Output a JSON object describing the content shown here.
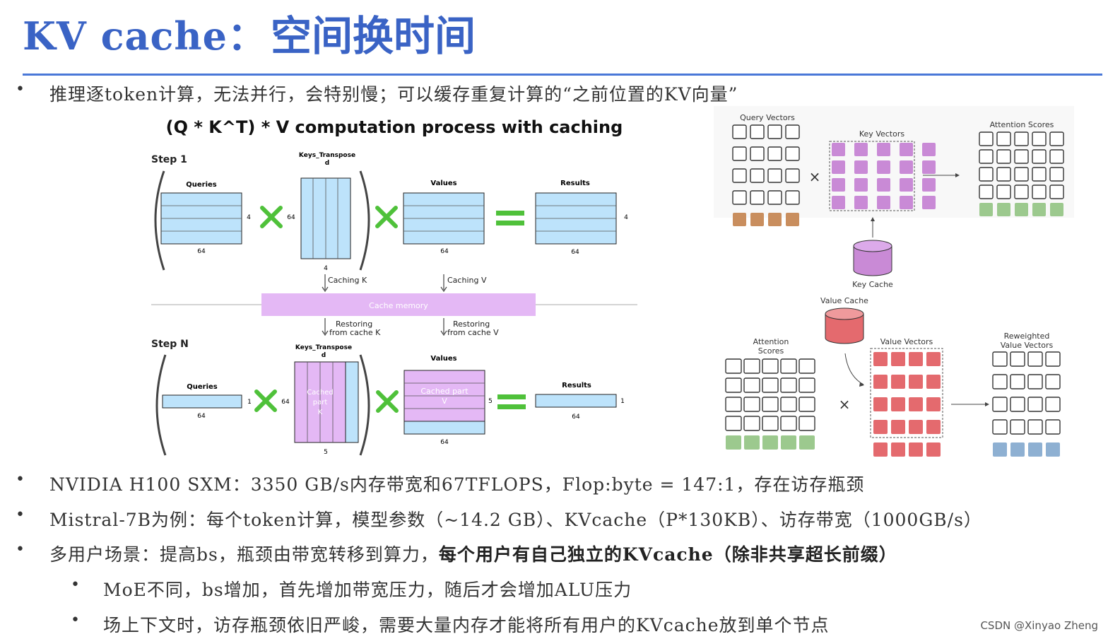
{
  "title": {
    "latin": "KV cache：",
    "cjk": "空间换时间"
  },
  "bullets": [
    {
      "text": "推理逐token计算，无法并行，会特别慢；可以缓存重复计算的“之前位置的KV向量”"
    },
    {
      "text": "NVIDIA H100 SXM：3350 GB/s内存带宽和67TFLOPS，Flop:byte = 147:1，存在访存瓶颈"
    },
    {
      "text": "Mistral-7B为例：每个token计算，模型参数（~14.2 GB）、KVcache（P*130KB）、访存带宽（1000GB/s）"
    },
    {
      "text_plain": "多用户场景：提高bs，瓶颈由带宽转移到算力，",
      "text_bold": "每个用户有自己独立的KVcache（除非共享超长前缀）"
    }
  ],
  "sub_bullets": [
    {
      "text": "MoE不同，bs增加，首先增加带宽压力，随后才会增加ALU压力"
    },
    {
      "text": "场上下文时，访存瓶颈依旧严峻，需要大量内存才能将所有用户的KVcache放到单个节点"
    }
  ],
  "left_diagram": {
    "heading": "(Q * K^T) * V computation process with caching",
    "step1": "Step 1",
    "stepN": "Step N",
    "queries": "Queries",
    "keys_transpose": "Keys_Transpose",
    "d": "d",
    "values": "Values",
    "results": "Results",
    "n4": "4",
    "n64": "64",
    "n1": "1",
    "n5": "5",
    "caching_k": "Caching K",
    "caching_v": "Caching V",
    "cache_memory": "Cache memory",
    "restoring_k_1": "Restoring",
    "restoring_k_2": "from cache K",
    "restoring_v_1": "Restoring",
    "restoring_v_2": "from cache V",
    "cached_part_k_1": "Cached",
    "cached_part_k_2": "part",
    "cached_part_k_3": "K",
    "cached_part_v_1": "Cached part",
    "cached_part_v_2": "V"
  },
  "right_diagram": {
    "query_vectors": "Query Vectors",
    "key_vectors": "Key Vectors",
    "attention_scores": "Attention Scores",
    "key_cache": "Key Cache",
    "value_cache": "Value Cache",
    "attention_scores_2a": "Attention",
    "attention_scores_2b": "Scores",
    "value_vectors": "Value Vectors",
    "reweighted_1": "Reweighted",
    "reweighted_2": "Value Vectors",
    "times": "×"
  },
  "colors": {
    "accent_blue": "#3a63c5",
    "matrix_blue": "#bde3fb",
    "cache_purple": "#e4b8f5",
    "green": "#4fc13a",
    "key_purple": "#c98ad6",
    "value_red": "#e46a6e",
    "query_brown": "#c98e5e",
    "score_green": "#9cc98e",
    "reweight_blue": "#8eb0d2"
  },
  "watermark": "CSDN @Xinyao Zheng"
}
